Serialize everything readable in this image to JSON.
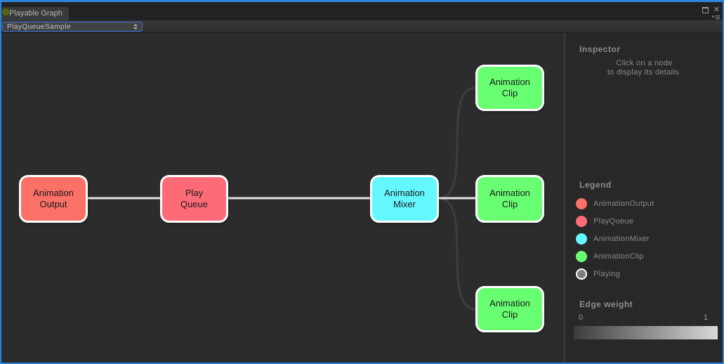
{
  "window": {
    "tab_title": "Playable Graph",
    "border_color": "#2b85da",
    "icons": {
      "close": "✕",
      "menu_arrow": "▾",
      "menu_bars": "≡"
    }
  },
  "toolbar": {
    "graph_selector_value": "PlayQueueSample",
    "focus_ring_color": "#3d76dd"
  },
  "graph": {
    "edge_stroke_high": "#e2e2e2",
    "edge_stroke_low": "#3e3e3e",
    "nodes": [
      {
        "id": "animation-output",
        "label": "Animation\nOutput",
        "color": "#fb7168"
      },
      {
        "id": "play-queue",
        "label": "Play\nQueue",
        "color": "#fd6b78"
      },
      {
        "id": "animation-mixer",
        "label": "Animation\nMixer",
        "color": "#64f7ff"
      },
      {
        "id": "animation-clip-top",
        "label": "Animation\nClip",
        "color": "#69ff72"
      },
      {
        "id": "animation-clip-middle",
        "label": "Animation\nClip",
        "color": "#69ff72"
      },
      {
        "id": "animation-clip-bottom",
        "label": "Animation\nClip",
        "color": "#69ff72"
      }
    ],
    "edges": [
      {
        "from": "animation-output",
        "to": "play-queue",
        "weight": 1
      },
      {
        "from": "play-queue",
        "to": "animation-mixer",
        "weight": 1
      },
      {
        "from": "animation-mixer",
        "to": "animation-clip-middle",
        "weight": 1
      },
      {
        "from": "animation-mixer",
        "to": "animation-clip-top",
        "weight": 0
      },
      {
        "from": "animation-mixer",
        "to": "animation-clip-bottom",
        "weight": 0
      }
    ]
  },
  "inspector": {
    "title": "Inspector",
    "hint": "Click on a node\nto display its details."
  },
  "legend": {
    "title": "Legend",
    "items": [
      {
        "label": "AnimationOutput",
        "color": "#fb7168"
      },
      {
        "label": "PlayQueue",
        "color": "#fd6b78"
      },
      {
        "label": "AnimationMixer",
        "color": "#64f7ff"
      },
      {
        "label": "AnimationClip",
        "color": "#69ff72"
      },
      {
        "label": "Playing",
        "color": "#7d7d7d"
      }
    ]
  },
  "edge_weight": {
    "title": "Edge weight",
    "min_label": "0",
    "max_label": "1",
    "gradient_from": "#3c3c3c",
    "gradient_to": "#d9d9d9"
  }
}
